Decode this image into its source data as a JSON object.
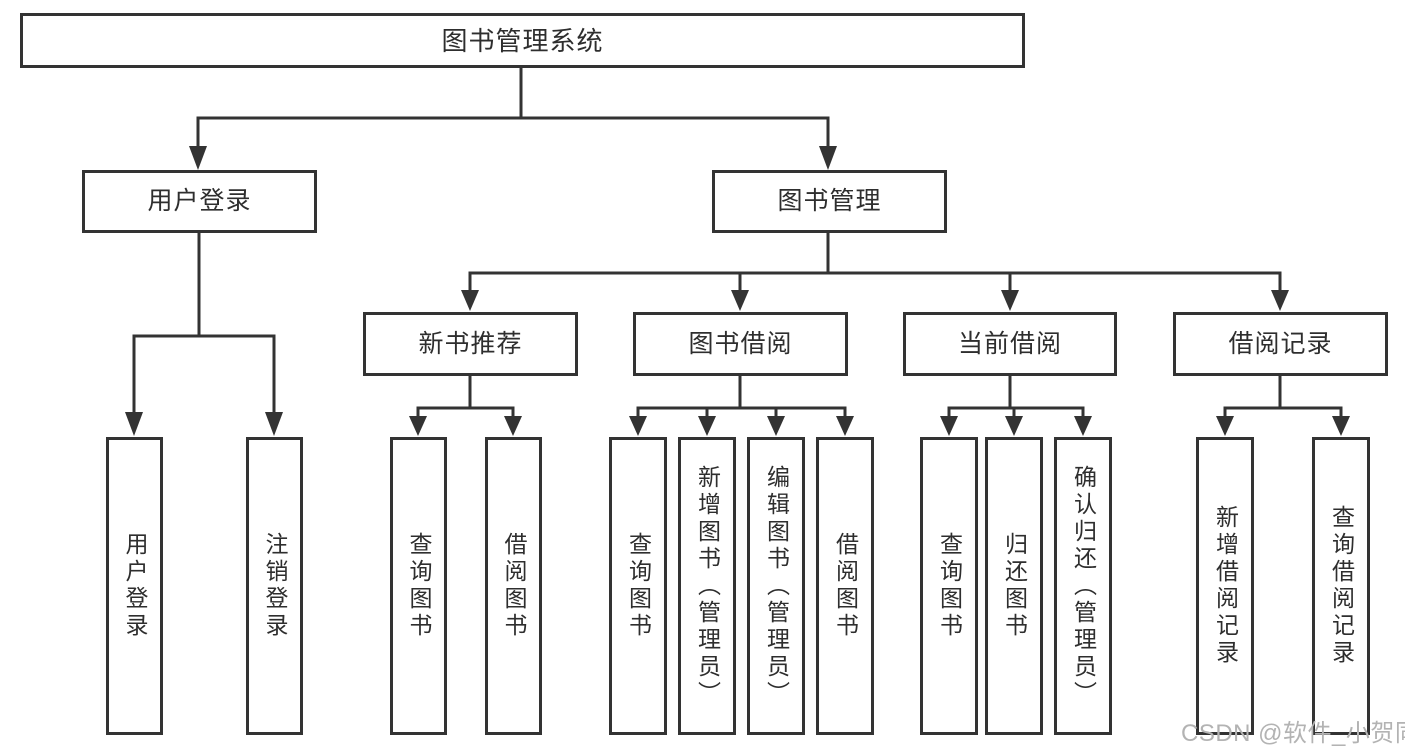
{
  "diagram": {
    "root": "图书管理系统",
    "branches": {
      "user_login": {
        "label": "用户登录",
        "children": [
          "用户登录",
          "注销登录"
        ]
      },
      "book_management": {
        "label": "图书管理"
      }
    },
    "modules": [
      {
        "label": "新书推荐",
        "children": [
          "查询图书",
          "借阅图书"
        ]
      },
      {
        "label": "图书借阅",
        "children": [
          "查询图书",
          "新增图书（管理员）",
          "编辑图书（管理员）",
          "借阅图书"
        ]
      },
      {
        "label": "当前借阅",
        "children": [
          "查询图书",
          "归还图书",
          "确认归还（管理员）"
        ]
      },
      {
        "label": "借阅记录",
        "children": [
          "新增借阅记录",
          "查询借阅记录"
        ]
      }
    ]
  },
  "watermark": "CSDN @软件_小贺同学",
  "colors": {
    "line": "#333333",
    "box_border": "#333333",
    "text": "#2e2e2e",
    "watermark": "#b3b3b3",
    "background": "#ffffff"
  }
}
